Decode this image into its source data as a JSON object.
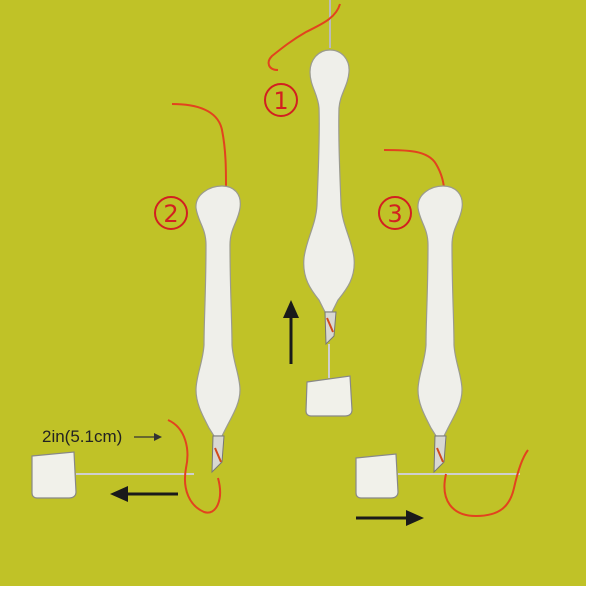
{
  "steps": [
    {
      "number": "1"
    },
    {
      "number": "2"
    },
    {
      "number": "3"
    }
  ],
  "measurement": "2in(5.1cm)",
  "colors": {
    "background": "#c0c227",
    "tool_body": "#efefea",
    "tool_outline": "#9b9b8e",
    "thread": "#e2431e",
    "step_label": "#d22020",
    "arrow": "#1a1a1a",
    "page_border": "#ffffff"
  }
}
